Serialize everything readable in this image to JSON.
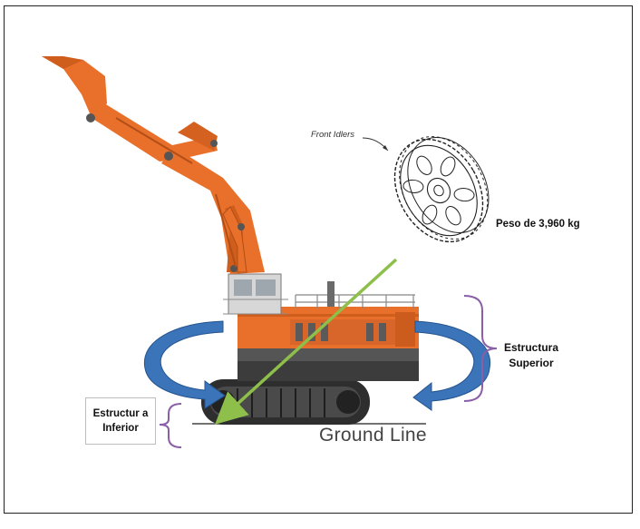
{
  "labels": {
    "front_idlers": "Front Idlers",
    "peso": "Peso de 3,960 kg",
    "estructura_superior": "Estructura Superior",
    "estructura_inferior": "Estructur a Inferior",
    "ground_line": "Ground Line"
  },
  "colors": {
    "boom_orange": "#e8702a",
    "machine_dark": "#3a3a3a",
    "rotation_arrow_blue": "#3b74b8",
    "load_arrow_green": "#8dbf4a",
    "bracket_purple": "#8a5fa8"
  },
  "icons": {
    "excavator": "excavator-illustration",
    "idler": "front-idler-wheel",
    "rotation": "rotation-arrows"
  }
}
